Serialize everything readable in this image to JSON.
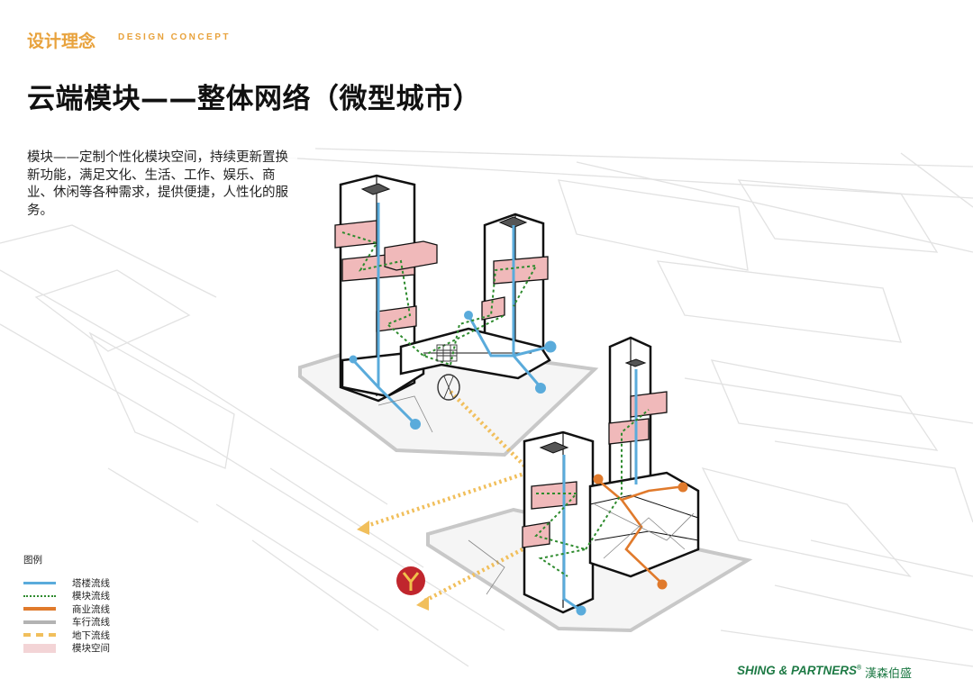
{
  "header": {
    "title_cn": "设计理念",
    "title_en": "DESIGN CONCEPT"
  },
  "title": "云端模块——整体网络（微型城市）",
  "description": "模块——定制个性化模块空间，持续更新置换新功能，满足文化、生活、工作、娱乐、商业、休闲等各种需求，提供便捷，人性化的服务。",
  "legend": {
    "title": "图例",
    "items": [
      {
        "label": "塔楼流线",
        "style": "solid",
        "color": "#5aabdb"
      },
      {
        "label": "模块流线",
        "style": "dotted",
        "color": "#2e8b2e"
      },
      {
        "label": "商业流线",
        "style": "solid",
        "color": "#e07a2c"
      },
      {
        "label": "车行流线",
        "style": "solid",
        "color": "#b3b3b3"
      },
      {
        "label": "地下流线",
        "style": "dashed",
        "color": "#f1bf5c"
      },
      {
        "label": "模块空间",
        "style": "fill",
        "color": "#f3d4d6"
      }
    ]
  },
  "colors": {
    "accent": "#e8a23c",
    "tower_flow": "#5aabdb",
    "module_flow": "#2e8b2e",
    "commercial_flow": "#e07a2c",
    "underground_flow": "#f1bf5c",
    "module_space": "#f0b9ba",
    "metro_badge": "#c0262d",
    "brand": "#1e7a45"
  },
  "metro_icon": "metro-logo-icon",
  "brand": {
    "name": "SHING & PARTNERS",
    "mark": "®",
    "name_cn": "漢森伯盛"
  }
}
